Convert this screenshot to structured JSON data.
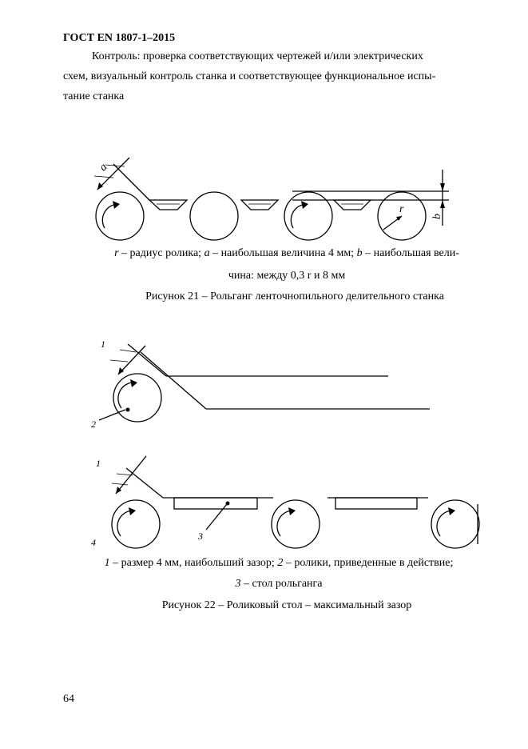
{
  "header": {
    "doc_code": "ГОСТ EN 1807-1–2015"
  },
  "intro": {
    "line1": "Контроль: проверка соответствующих чертежей и/или электрических",
    "line2": "схем, визуальный контроль станка и соответствующее функциональное испы-",
    "line3": "тание станка"
  },
  "figure21": {
    "labels": {
      "a": "a",
      "r": "r",
      "b": "b"
    },
    "legend_line1": {
      "r": "r",
      "t1": " – радиус ролика; ",
      "a": "a",
      "t2": " – наибольшая величина 4 мм; ",
      "b": "b",
      "t3": " – наибольшая вели-"
    },
    "legend_line2": "чина: между 0,3 r и 8 мм",
    "caption": "Рисунок  21 –  Рольганг ленточнопильного делительного станка"
  },
  "figure22": {
    "labels": {
      "one_top": "1",
      "two": "2",
      "one_bottom": "1",
      "three": "3",
      "four": "4"
    },
    "legend_line1": {
      "n1": "1",
      "t1": " – размер 4 мм, наибольший зазор; ",
      "n2": "2",
      "t2": " – ролики, приведенные в действие;"
    },
    "legend_line2": {
      "n3": "3",
      "t3": " – стол  рольганга"
    },
    "caption": "Рисунок  22 – Роликовый стол – максимальный зазор"
  },
  "footer": {
    "page_number": "64"
  }
}
